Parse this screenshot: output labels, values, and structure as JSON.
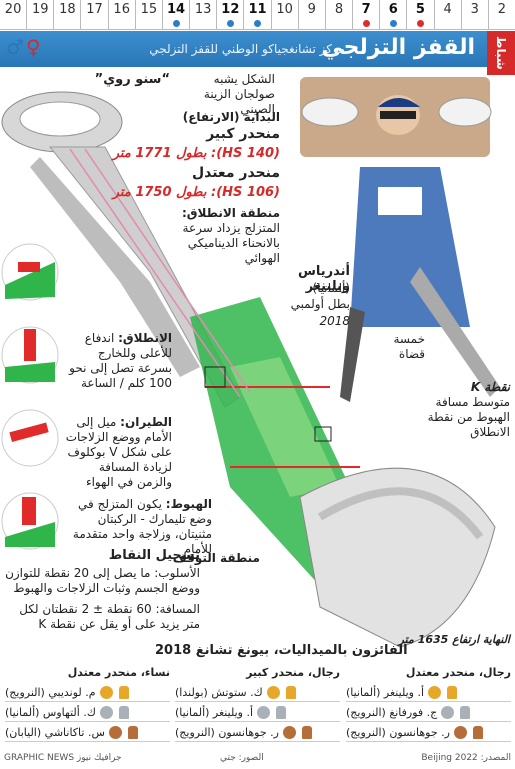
{
  "calendar": [
    {
      "day": "20",
      "active": false,
      "dots": []
    },
    {
      "day": "19",
      "active": false,
      "dots": []
    },
    {
      "day": "18",
      "active": false,
      "dots": []
    },
    {
      "day": "17",
      "active": false,
      "dots": []
    },
    {
      "day": "16",
      "active": false,
      "dots": []
    },
    {
      "day": "15",
      "active": false,
      "dots": []
    },
    {
      "day": "14",
      "active": true,
      "dots": [
        "blue"
      ]
    },
    {
      "day": "13",
      "active": false,
      "dots": []
    },
    {
      "day": "12",
      "active": true,
      "dots": [
        "blue"
      ]
    },
    {
      "day": "11",
      "active": true,
      "dots": [
        "blue"
      ]
    },
    {
      "day": "10",
      "active": false,
      "dots": []
    },
    {
      "day": "9",
      "active": false,
      "dots": []
    },
    {
      "day": "8",
      "active": false,
      "dots": []
    },
    {
      "day": "7",
      "active": true,
      "dots": [
        "red"
      ]
    },
    {
      "day": "6",
      "active": true,
      "dots": [
        "blue"
      ]
    },
    {
      "day": "5",
      "active": true,
      "dots": [
        "red"
      ]
    },
    {
      "day": "4",
      "active": false,
      "dots": []
    },
    {
      "day": "3",
      "active": false,
      "dots": []
    },
    {
      "day": "2",
      "active": false,
      "dots": []
    }
  ],
  "header": {
    "title": "القفز التزلجي",
    "subtitle": "مركز تشانغجياكو الوطني للقفز التزلجي",
    "side_tab": "شباط"
  },
  "venue": {
    "nickname": "“سنو روي”",
    "shape_note": "الشكل يشبه صولجان الزينة الصيني",
    "start_title": "البداية (الارتفاع)",
    "large_hill": "منحدر كبير",
    "large_hill_spec": "(HS 140): بطول 1771 متر",
    "normal_hill": "منحدر معتدل",
    "normal_hill_spec": "(HS 106): بطول 1750 متر",
    "takeoff_zone_title": "منطقة الانطلاق:",
    "takeoff_zone_text": "المتزلج يزداد سرعة بالانحناء الديناميكي الهوائي",
    "landing_zone": "منطقة التوقف",
    "finish": "النهاية ارتفاع 1635 متر",
    "judges": "خمسة قضاة",
    "k_point": "نقطة K",
    "k_point_text": "متوسط مسافة الهبوط من نقطة الانطلاق"
  },
  "athlete": {
    "name": "أندرياس ويلينغر",
    "country": "(ألمانيا)",
    "note": "بطل أولمبي",
    "year": "2018"
  },
  "phases": [
    {
      "title": "الانطلاق:",
      "text": "اندفاع للأعلى وللخارج بسرعة تصل إلى نحو 100 كلم / الساعة"
    },
    {
      "title": "الطيران:",
      "text": "ميل إلى الأمام ووضع الزلاجات على شكل V بوكلوف لزيادة المسافة والزمن في الهواء"
    },
    {
      "title": "الهبوط:",
      "text": "يكون المتزلج في وضع تليمارك - الركبتان مثنيتان، وزلاجة واحد متقدمة للأمام"
    }
  ],
  "scoring": {
    "title": "تسجيل النقاط",
    "style": "الأسلوب: ما يصل إلى 20 نقطة للتوازن ووضع الجسم وثبات الزلاجات والهبوط",
    "distance": "المسافة: 60 نقطة ± 2 نقطتان لكل متر يزيد على أو يقل عن نقطة K"
  },
  "results": {
    "title": "الفائزون بالميداليات، بيونغ تشانغ 2018",
    "columns": [
      {
        "header": "رجال، منحدر معتدل",
        "rows": [
          {
            "medal": "gold",
            "name": "أ. ويلينغر (ألمانيا)"
          },
          {
            "medal": "silver",
            "name": "ج. فورفانغ (النرويج)"
          },
          {
            "medal": "bronze",
            "name": "ر. جوهانسون (النرويج)"
          }
        ]
      },
      {
        "header": "رجال، منحدر كبير",
        "rows": [
          {
            "medal": "gold",
            "name": "ك. ستوتش (بولندا)"
          },
          {
            "medal": "silver",
            "name": "أ. ويلينغر (ألمانيا)"
          },
          {
            "medal": "bronze",
            "name": "ر. جوهانسون (النرويج)"
          }
        ]
      },
      {
        "header": "نساء، منحدر معتدل",
        "rows": [
          {
            "medal": "gold",
            "name": "م. لونديبي (النرويج)"
          },
          {
            "medal": "silver",
            "name": "ك. ألتهاوس (ألمانيا)"
          },
          {
            "medal": "bronze",
            "name": "س. تاكاناشي (اليابان)"
          }
        ]
      }
    ]
  },
  "footer": {
    "source": "المصدر: Beijing 2022",
    "photo": "الصور: جتي",
    "credit": "GRAPHIC NEWS جرافيك نيوز"
  },
  "colors": {
    "accent_blue": "#2a76b6",
    "accent_red": "#d62a2a",
    "hill_green": "#2fb54a"
  }
}
